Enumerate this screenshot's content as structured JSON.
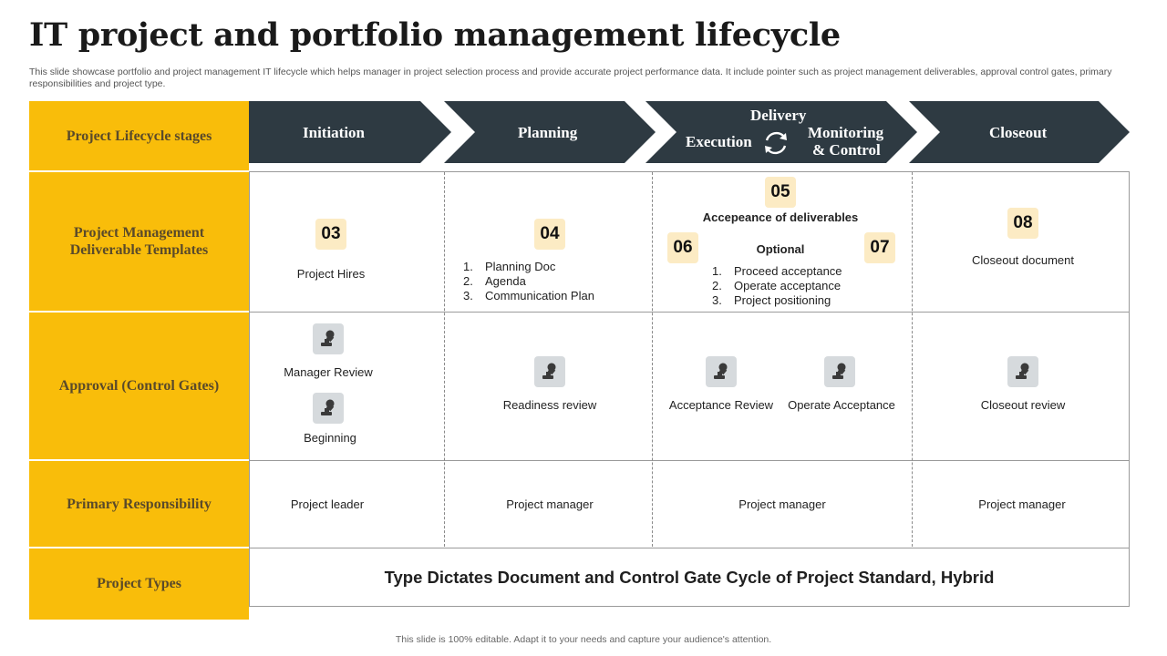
{
  "title": "IT project and portfolio management lifecycle",
  "subtitle": "This slide showcase portfolio and project management IT lifecycle which helps manager in project selection process and provide accurate project performance data. It include pointer such as project management deliverables, approval control gates, primary responsibilities and project type.",
  "rows": {
    "stages": "Project Lifecycle stages",
    "deliverables": "Project Management Deliverable Templates",
    "approval": "Approval (Control Gates)",
    "responsibility": "Primary Responsibility",
    "types": "Project Types"
  },
  "chevrons": {
    "initiation": "Initiation",
    "planning": "Planning",
    "delivery": "Delivery",
    "execution": "Execution",
    "monitoring_line1": "Monitoring",
    "monitoring_line2": "& Control",
    "closeout": "Closeout"
  },
  "deliverables": {
    "initiation": {
      "badge": "03",
      "text": "Project Hires"
    },
    "planning": {
      "badge": "04",
      "items": [
        "Planning Doc",
        "Agenda",
        "Communication Plan"
      ]
    },
    "delivery": {
      "badge_top": "05",
      "heading": "Accepeance of deliverables",
      "badge_left": "06",
      "optional": "Optional",
      "badge_right": "07",
      "items": [
        "Proceed acceptance",
        "Operate acceptance",
        "Project positioning"
      ]
    },
    "closeout": {
      "badge": "08",
      "text": "Closeout document"
    }
  },
  "approval": {
    "initiation_1": "Manager   Review",
    "initiation_2": "Beginning",
    "planning": "Readiness review",
    "delivery_1": "Acceptance Review",
    "delivery_2": "Operate Acceptance",
    "closeout": "Closeout review"
  },
  "responsibility": {
    "initiation": "Project leader",
    "planning": "Project manager",
    "delivery": "Project manager",
    "closeout": "Project manager"
  },
  "types_text": "Type Dictates Document and Control Gate Cycle of Project Standard, Hybrid",
  "footer": "This slide is 100% editable. Adapt it to your needs and capture your audience's attention.",
  "colors": {
    "accent": "#f9bd0a",
    "chevron": "#2e3a42",
    "badge": "#fcebc4",
    "icon_bg": "#d6dadd"
  },
  "icons": {
    "gate": "stamp-icon",
    "cycle": "refresh-cycle-icon"
  }
}
